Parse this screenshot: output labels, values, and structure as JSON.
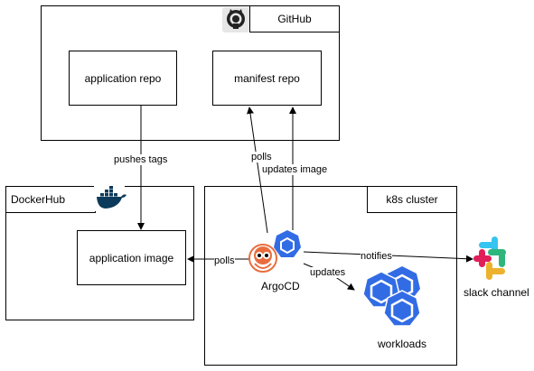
{
  "github": {
    "title": "GitHub"
  },
  "repos": {
    "application": "application repo",
    "manifest": "manifest repo"
  },
  "dockerhub": {
    "title": "DockerHub",
    "image": "application image"
  },
  "k8s": {
    "title": "k8s cluster",
    "argocd": "ArgoCD",
    "workloads": "workloads"
  },
  "slack": {
    "label": "slack channel"
  },
  "edges": {
    "pushes_tags": "pushes tags",
    "polls_manifest": "polls",
    "updates_image": "updates image",
    "polls_image": "polls",
    "notifies": "notifies",
    "updates": "updates"
  },
  "colors": {
    "k8s_blue": "#326ce5",
    "argo_orange": "#e96d3f",
    "slack": [
      "#e01e5a",
      "#36c5f0",
      "#2eb67d",
      "#ecb22e"
    ]
  }
}
